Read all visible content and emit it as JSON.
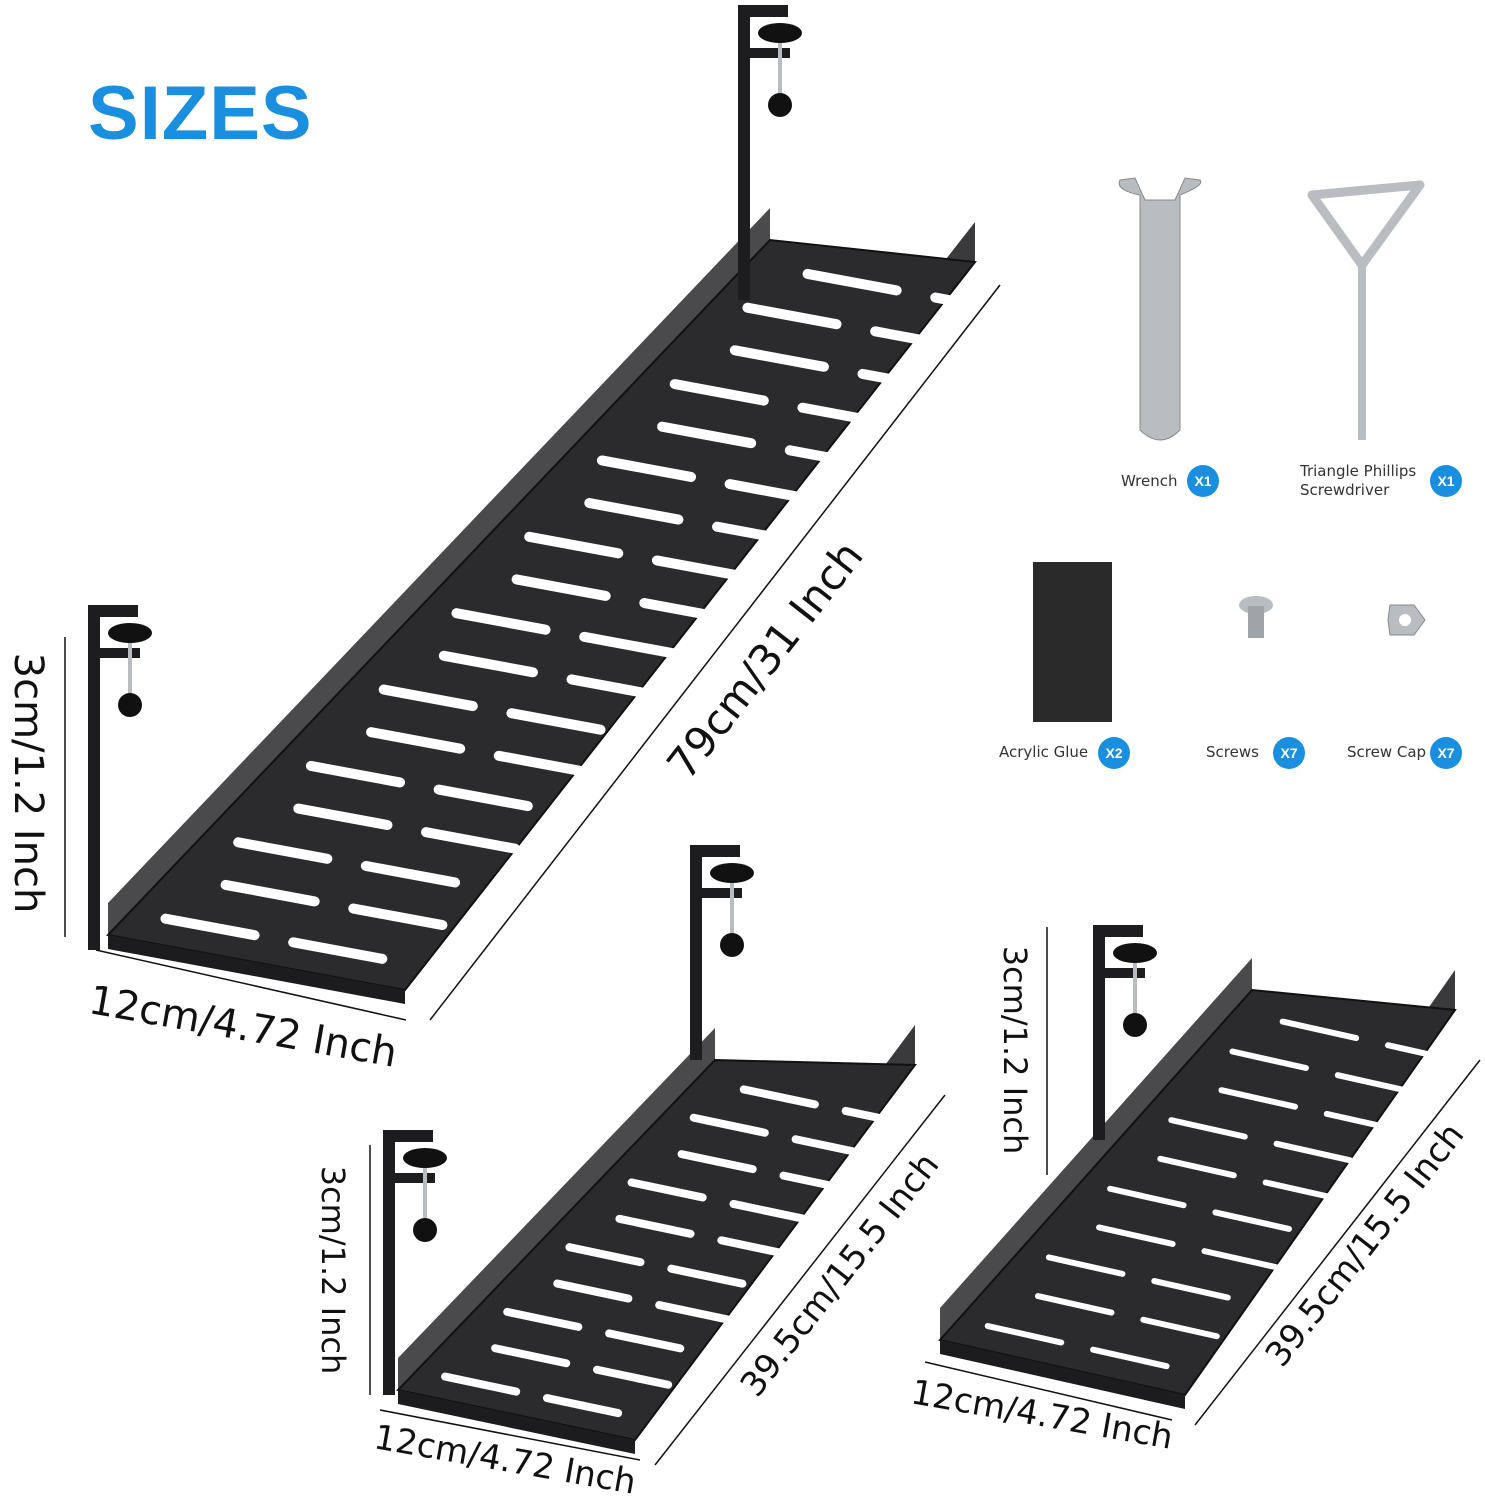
{
  "title": "SIZES",
  "colors": {
    "accent": "#1a8fe0",
    "tray": "#2b2b2d",
    "tray_edge": "#4a4a4d",
    "metal": "#b9bcc0"
  },
  "trays": [
    {
      "length": "79cm/31 Inch",
      "width": "12cm/4.72 Inch",
      "height": "3cm/1.2 Inch"
    },
    {
      "length": "39.5cm/15.5 Inch",
      "width": "12cm/4.72 Inch",
      "height": "3cm/1.2 Inch"
    },
    {
      "length": "39.5cm/15.5 Inch",
      "width": "12cm/4.72 Inch",
      "height": "3cm/1.2 Inch"
    }
  ],
  "accessories": [
    {
      "name": "Wrench",
      "qty": "X1",
      "icon": "wrench-icon"
    },
    {
      "name": "Triangle Phillips\nScrewdriver",
      "qty": "X1",
      "icon": "screwdriver-icon"
    },
    {
      "name": "Acrylic Glue",
      "qty": "X2",
      "icon": "glue-pad-icon"
    },
    {
      "name": "Screws",
      "qty": "X7",
      "icon": "screw-icon"
    },
    {
      "name": "Screw Cap",
      "qty": "X7",
      "icon": "nut-icon"
    }
  ]
}
